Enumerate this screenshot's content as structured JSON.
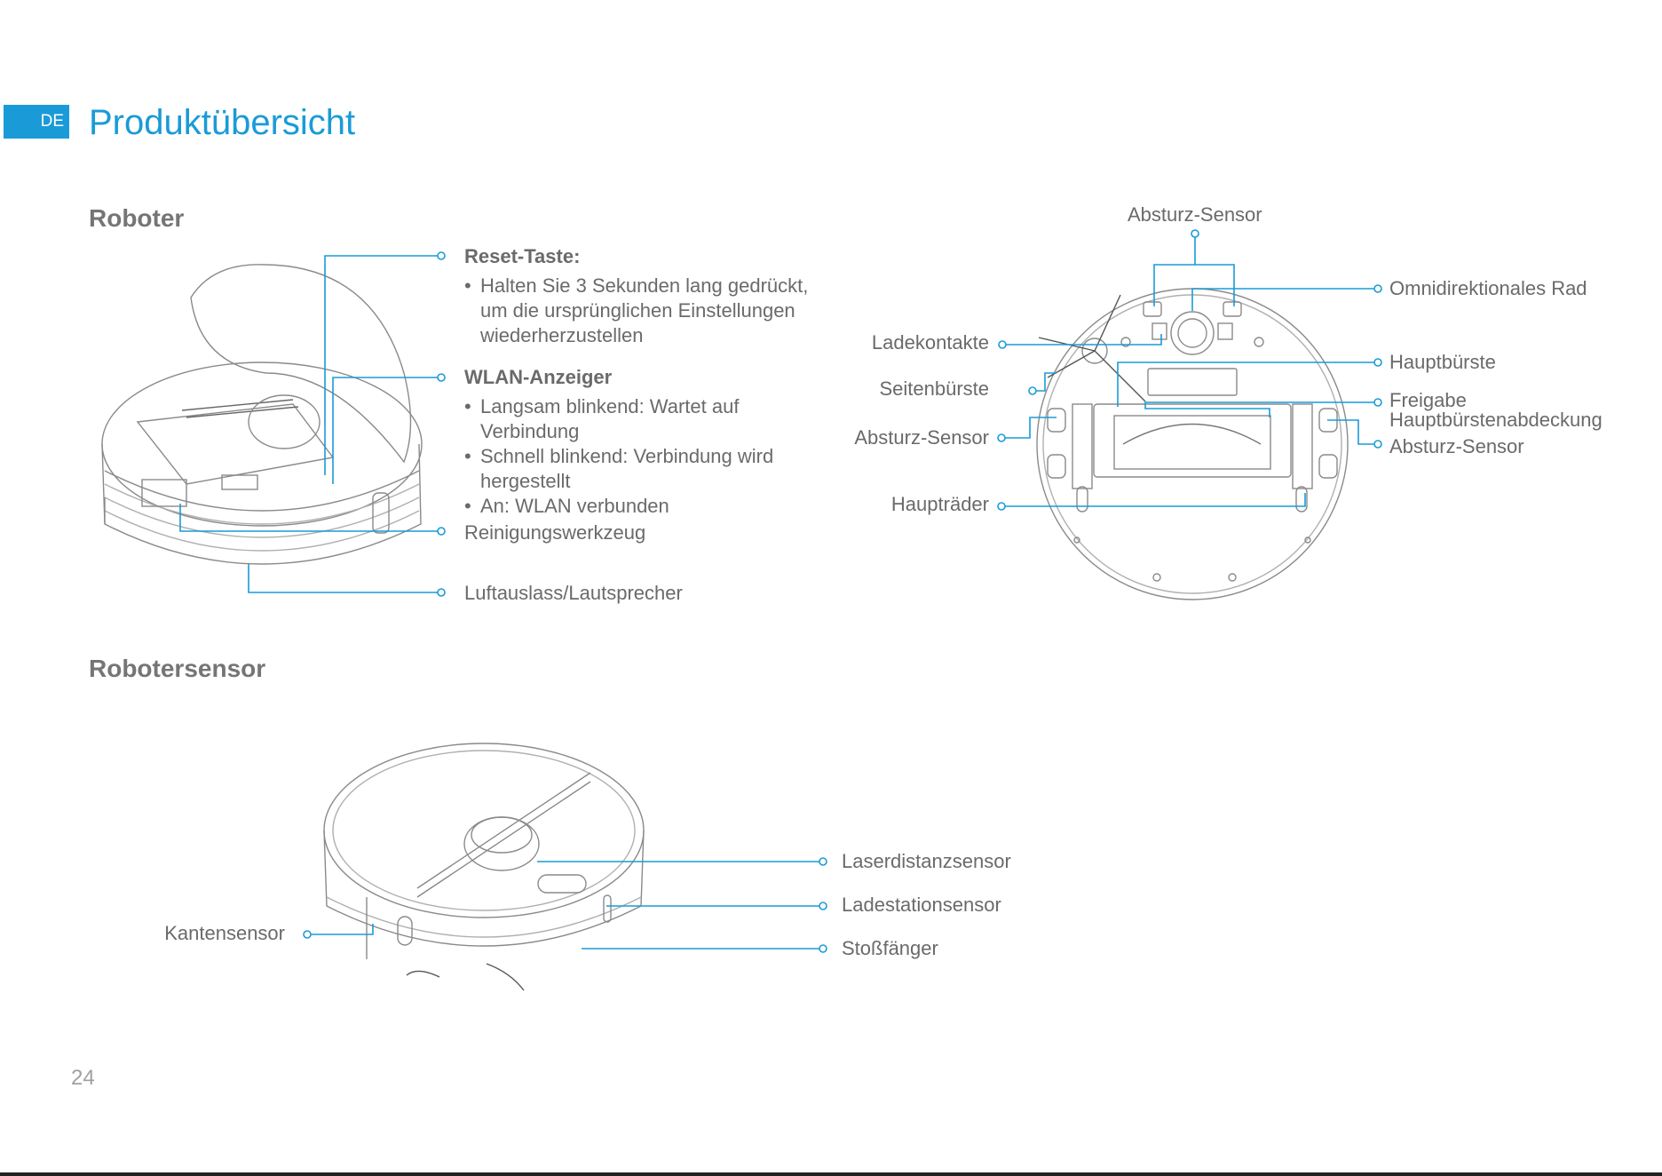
{
  "lang_badge": "DE",
  "title": "Produktübersicht",
  "sections": {
    "robot": "Roboter",
    "robot_sensor": "Robotersensor"
  },
  "top_view": {
    "reset": {
      "heading": "Reset-Taste:",
      "items": [
        "Halten Sie 3 Sekunden lang gedrückt, um die ursprünglichen Einstellungen wiederherzustellen"
      ]
    },
    "wlan": {
      "heading": "WLAN-Anzeiger",
      "items": [
        "Langsam blinkend: Wartet auf Verbindung",
        "Schnell blinkend: Verbindung wird hergestellt",
        "An: WLAN verbunden"
      ]
    },
    "cleaning_tool": "Reinigungswerkzeug",
    "air_outlet": "Luftauslass/Lautsprecher"
  },
  "bottom_view": {
    "cliff_top": "Absturz-Sensor",
    "omni_wheel": "Omnidirektionales Rad",
    "charging_contacts": "Ladekontakte",
    "main_brush": "Hauptbürste",
    "side_brush": "Seitenbürste",
    "brush_release_1": "Freigabe",
    "brush_release_2": "Hauptbürstenabdeckung",
    "cliff_left": "Absturz-Sensor",
    "cliff_right": "Absturz-Sensor",
    "main_wheels": "Haupträder"
  },
  "sensor_view": {
    "laser": "Laserdistanzsensor",
    "dock_sensor": "Ladestationsensor",
    "bumper": "Stoßfänger",
    "edge_sensor": "Kantensensor"
  },
  "page_number": "24",
  "colors": {
    "accent": "#1a9bd7",
    "text": "#6a6a6a",
    "line_art": "#8a8a8a"
  }
}
